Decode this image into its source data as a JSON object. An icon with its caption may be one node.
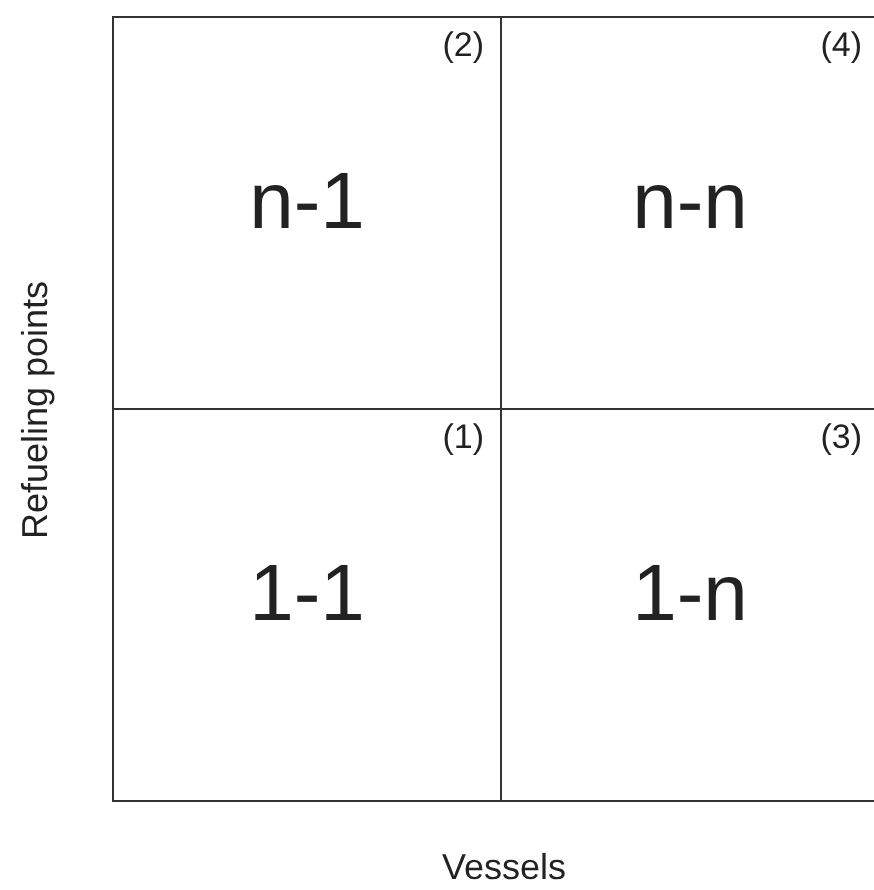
{
  "diagram": {
    "nodes": [
      {
        "text": [
          "(2)",
          "n-1"
        ]
      },
      {
        "text": [
          "(4)",
          "n-n"
        ]
      },
      {
        "text": [
          "(1)",
          "1-1"
        ]
      },
      {
        "text": [
          "(3)",
          "1-n"
        ]
      }
    ],
    "labels": [
      "Refueling points",
      "Vessels"
    ]
  }
}
